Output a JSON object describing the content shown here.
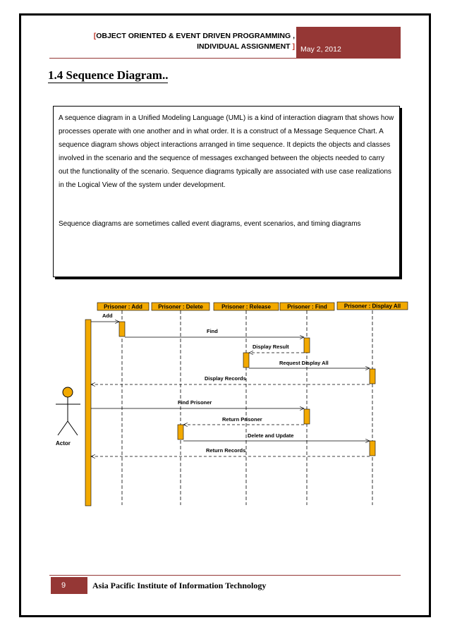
{
  "header": {
    "line1": "OBJECT ORIENTED & EVENT DRIVEN PROGRAMMING ,",
    "line2": "INDIVIDUAL ASSIGNMENT",
    "date": "May 2, 2012"
  },
  "title": "1.4 Sequence Diagram..",
  "textbox": {
    "paragraph1": "A sequence diagram in a Unified Modeling Language (UML) is a kind of interaction diagram that shows how processes operate with one another and in what order. It is a construct of a Message Sequence Chart. A sequence diagram shows object interactions arranged in time sequence. It depicts the objects and classes involved in the scenario and the sequence of messages exchanged between the objects needed to carry out the functionality of the scenario. Sequence diagrams typically are associated with use case realizations in the Logical View of the system under development.",
    "paragraph2": "Sequence diagrams are sometimes called event diagrams, event scenarios, and timing diagrams"
  },
  "diagram": {
    "actor": "Actor",
    "objects": [
      "Prisoner : Add",
      "Prisoner : Delete",
      "Prisoner : Release",
      "Prisoner : Find",
      "Prisoner : Display All"
    ],
    "messages": [
      "Add",
      "Find",
      "Display Result",
      "Request Display All",
      "Display Records",
      "Find Prisoner",
      "Return Prisoner",
      "Delete and Update",
      "Return Records"
    ],
    "colors": {
      "object_fill": "#f2a900",
      "activation_fill": "#f2a900",
      "accent": "#953735"
    }
  },
  "footer": {
    "page": "9",
    "institute": "Asia Pacific Institute of Information Technology"
  }
}
